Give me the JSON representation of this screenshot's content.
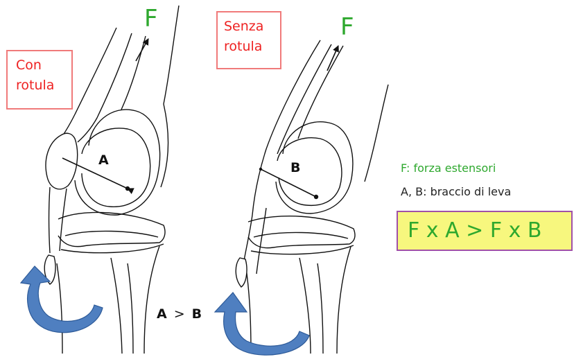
{
  "labels": {
    "force_left": "F",
    "force_right": "F",
    "con_rotula": "Con rotula",
    "senza_rotula": "Senza rotula",
    "arm_a": "A",
    "arm_b": "B"
  },
  "comparison": {
    "left": "A",
    "op": ">",
    "right": "B"
  },
  "legend": {
    "force": "F: forza estensori",
    "lever": "A, B: braccio di leva"
  },
  "formula": "F x A > F x B",
  "colors": {
    "green": "#2ea82e",
    "red": "#ee2222",
    "box_border": "#f07a7a",
    "formula_bg": "#f7f77e",
    "formula_border": "#a050a8",
    "arrow": "#4f7fc0"
  }
}
